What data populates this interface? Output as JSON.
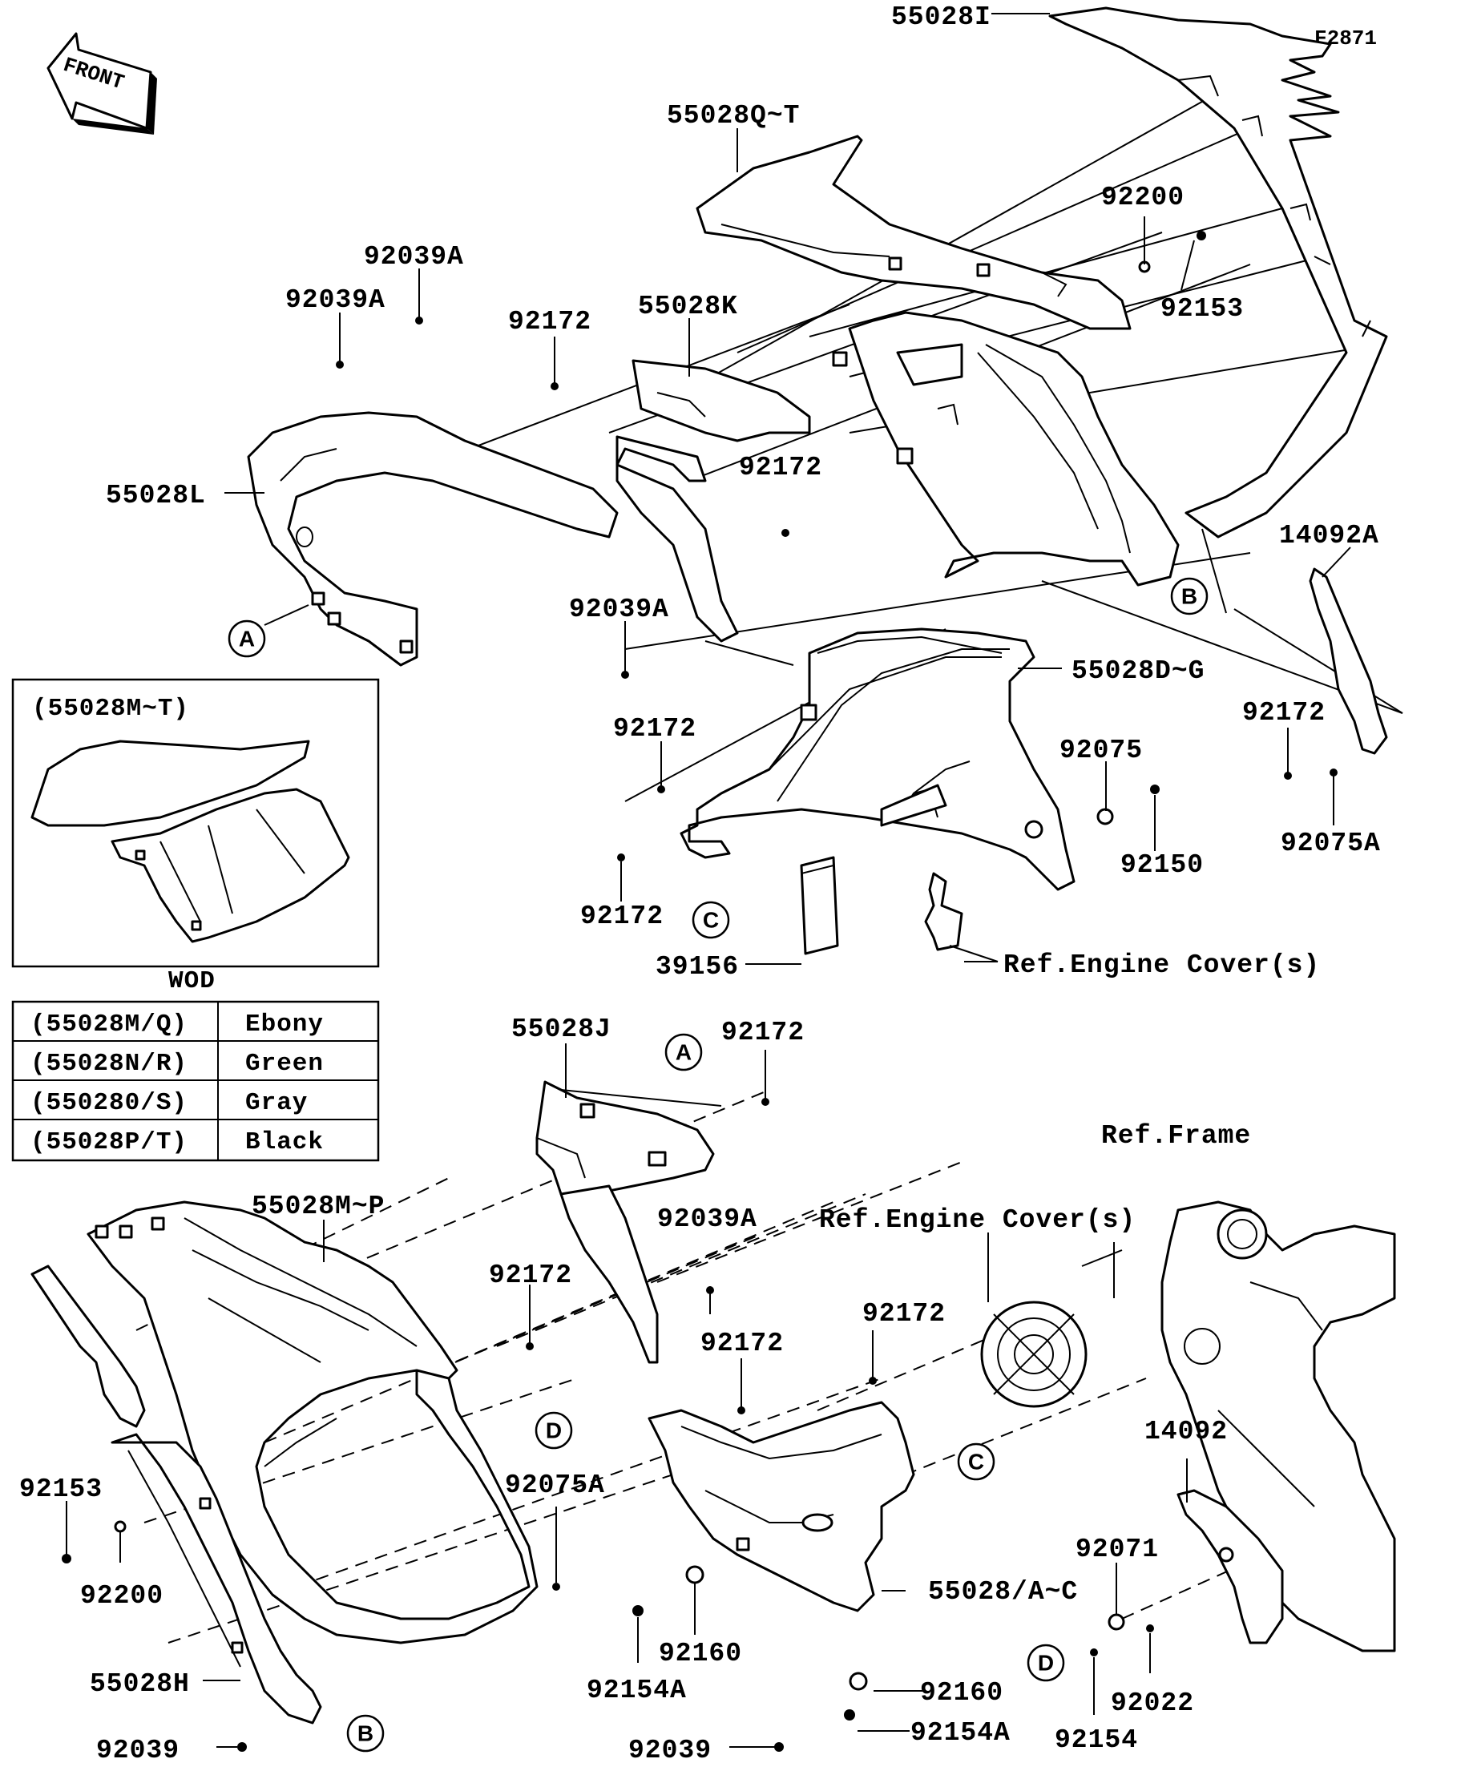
{
  "figure_code": "F2871",
  "front_arrow_label": "FRONT",
  "part_numbers": {
    "p55028I": "55028I",
    "p55028QT": "55028Q~T",
    "p92200_top": "92200",
    "p92153_top": "92153",
    "p92039A_1": "92039A",
    "p92039A_2": "92039A",
    "p92172_1": "92172",
    "p55028K": "55028K",
    "p92172_2": "92172",
    "p55028L": "55028L",
    "p92039A_3": "92039A",
    "p14092A": "14092A",
    "p55028DG": "55028D~G",
    "p92172_3": "92172",
    "p92075": "92075",
    "p92172_4": "92172",
    "p92150": "92150",
    "p92075A_1": "92075A",
    "p92172_5": "92172",
    "p39156": "39156",
    "p55028J": "55028J",
    "p92172_6": "92172",
    "p55028MP": "55028M~P",
    "p92039A_4": "92039A",
    "p92172_7": "92172",
    "p92172_8": "92172",
    "p92172_9": "92172",
    "p92075A_2": "92075A",
    "p92153_bot": "92153",
    "p92200_bot": "92200",
    "p14092": "14092",
    "p92071": "92071",
    "p55028AC": "55028/A~C",
    "p92160_1": "92160",
    "p92154A_1": "92154A",
    "p92160_2": "92160",
    "p92154A_2": "92154A",
    "p92022": "92022",
    "p92154": "92154",
    "p55028H": "55028H",
    "p92039": "92039"
  },
  "references": {
    "engine_cover_1": "Ref.Engine Cover(s)",
    "engine_cover_2": "Ref.Engine Cover(s)",
    "frame": "Ref.Frame"
  },
  "callouts": {
    "A1": "A",
    "A2": "A",
    "B1": "B",
    "B2": "B",
    "C1": "C",
    "C2": "C",
    "D1": "D",
    "D2": "D"
  },
  "inset": {
    "title": "(55028M~T)",
    "caption": "WOD"
  },
  "color_table": [
    {
      "part": "(55028M/Q)",
      "color": "Ebony"
    },
    {
      "part": "(55028N/R)",
      "color": "Green"
    },
    {
      "part": "(550280/S)",
      "color": "Gray"
    },
    {
      "part": "(55028P/T)",
      "color": "Black"
    }
  ]
}
